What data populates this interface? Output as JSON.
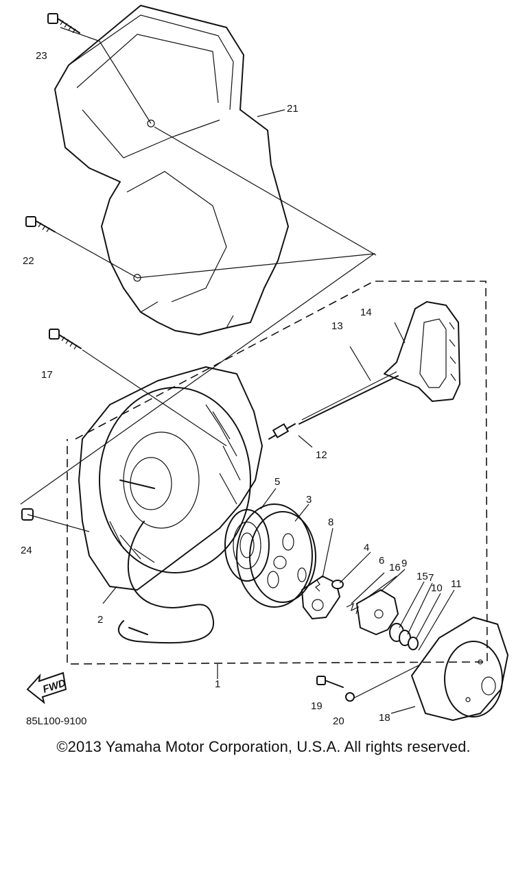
{
  "diagram": {
    "drawing_code": "85L100-9100",
    "fwd_label": "FWD",
    "callouts": [
      "1",
      "2",
      "3",
      "4",
      "5",
      "6",
      "7",
      "8",
      "9",
      "10",
      "11",
      "12",
      "13",
      "14",
      "15",
      "16",
      "17",
      "18",
      "19",
      "20",
      "21",
      "22",
      "23",
      "24"
    ]
  },
  "footer": {
    "copyright": "©2013 Yamaha Motor Corporation, U.S.A. All rights reserved."
  }
}
